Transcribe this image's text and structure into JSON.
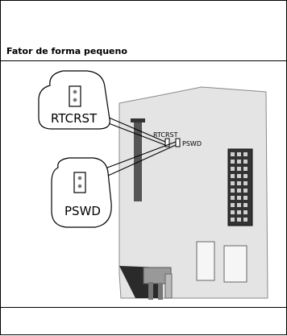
{
  "table": {
    "caption": "Fator de forma pequeno"
  },
  "diagram": {
    "callout_top_label": "RTCRST",
    "callout_bottom_label": "PSWD",
    "board_label_rtcrst": "RTCRST",
    "board_label_pswd": "PSWD"
  }
}
